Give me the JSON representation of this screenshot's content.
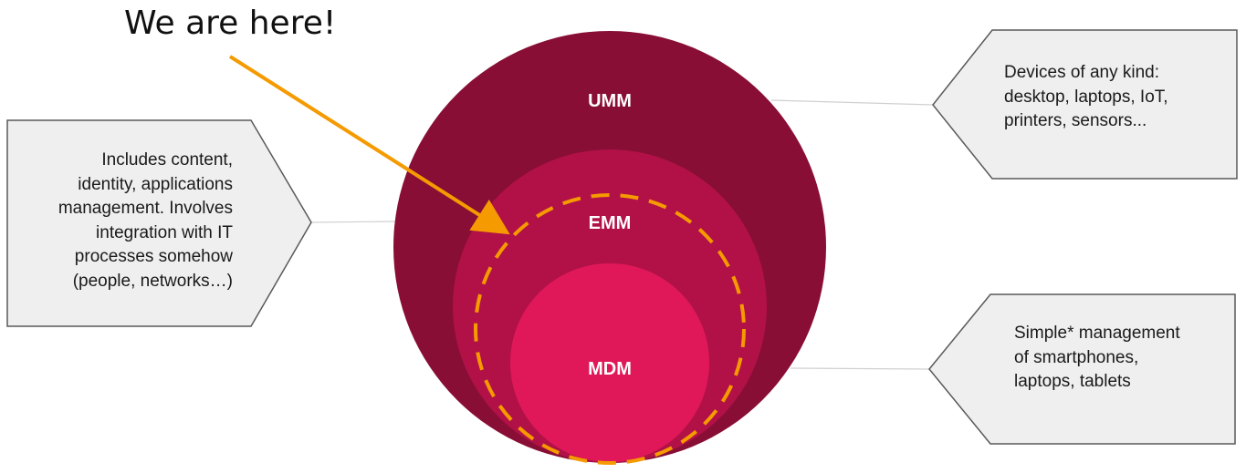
{
  "annotation": {
    "label": "We are here!",
    "color": "#f59a00"
  },
  "circles": {
    "umm": {
      "label": "UMM",
      "color": "#880e35"
    },
    "emm": {
      "label": "EMM",
      "color": "#b11147"
    },
    "mdm": {
      "label": "MDM",
      "color": "#e0185a"
    }
  },
  "callouts": {
    "left": {
      "text": "Includes content,\nidentity, applications\nmanagement. Involves\nintegration with IT\nprocesses somehow\n(people, networks…)"
    },
    "top_right": {
      "text": "Devices of any kind:\ndesktop, laptops, IoT,\nprinters, sensors..."
    },
    "bottom_right": {
      "text": "Simple* management\nof smartphones,\nlaptops, tablets"
    }
  }
}
